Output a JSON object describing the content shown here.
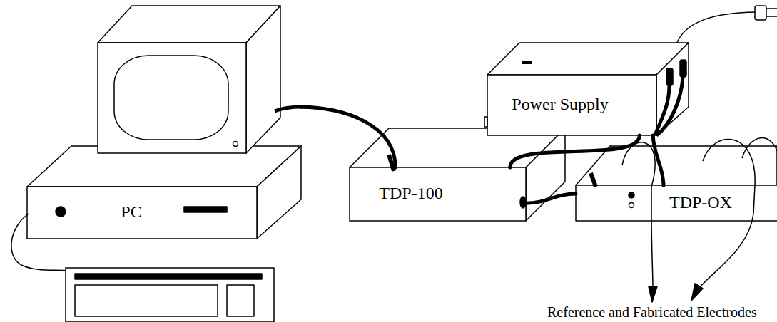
{
  "diagram": {
    "nodes": [
      {
        "text": [
          "PC"
        ]
      },
      {
        "text": [
          "TDP-100"
        ]
      },
      {
        "text": [
          "Power Supply"
        ]
      },
      {
        "text": [
          "TDP-OX"
        ]
      }
    ],
    "edges": [
      {
        "from": 0,
        "to": 1,
        "arrow": "none"
      },
      {
        "from": 1,
        "to": 2,
        "arrow": "none"
      },
      {
        "from": 1,
        "to": 3,
        "arrow": "none"
      },
      {
        "from": 2,
        "to": 3,
        "arrow": "none"
      }
    ],
    "labels": [
      "Reference and Fabricated Electrodes"
    ]
  }
}
